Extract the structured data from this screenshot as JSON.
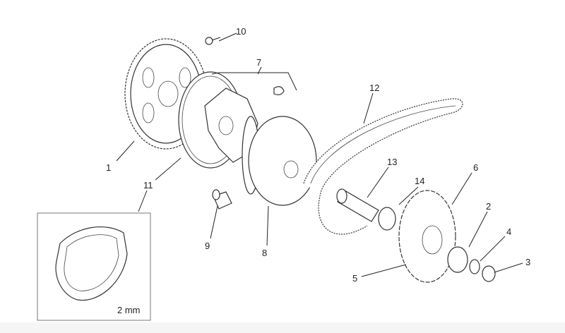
{
  "diagram": {
    "title": "Driving pulley exploded view",
    "callouts": [
      {
        "id": "1",
        "label": "1"
      },
      {
        "id": "2",
        "label": "2"
      },
      {
        "id": "3",
        "label": "3"
      },
      {
        "id": "4",
        "label": "4"
      },
      {
        "id": "5",
        "label": "5"
      },
      {
        "id": "6",
        "label": "6"
      },
      {
        "id": "7",
        "label": "7"
      },
      {
        "id": "8",
        "label": "8"
      },
      {
        "id": "9",
        "label": "9"
      },
      {
        "id": "10",
        "label": "10"
      },
      {
        "id": "11",
        "label": "11"
      },
      {
        "id": "12",
        "label": "12"
      },
      {
        "id": "13",
        "label": "13"
      },
      {
        "id": "14",
        "label": "14"
      }
    ],
    "inset_note": "2 mm"
  }
}
